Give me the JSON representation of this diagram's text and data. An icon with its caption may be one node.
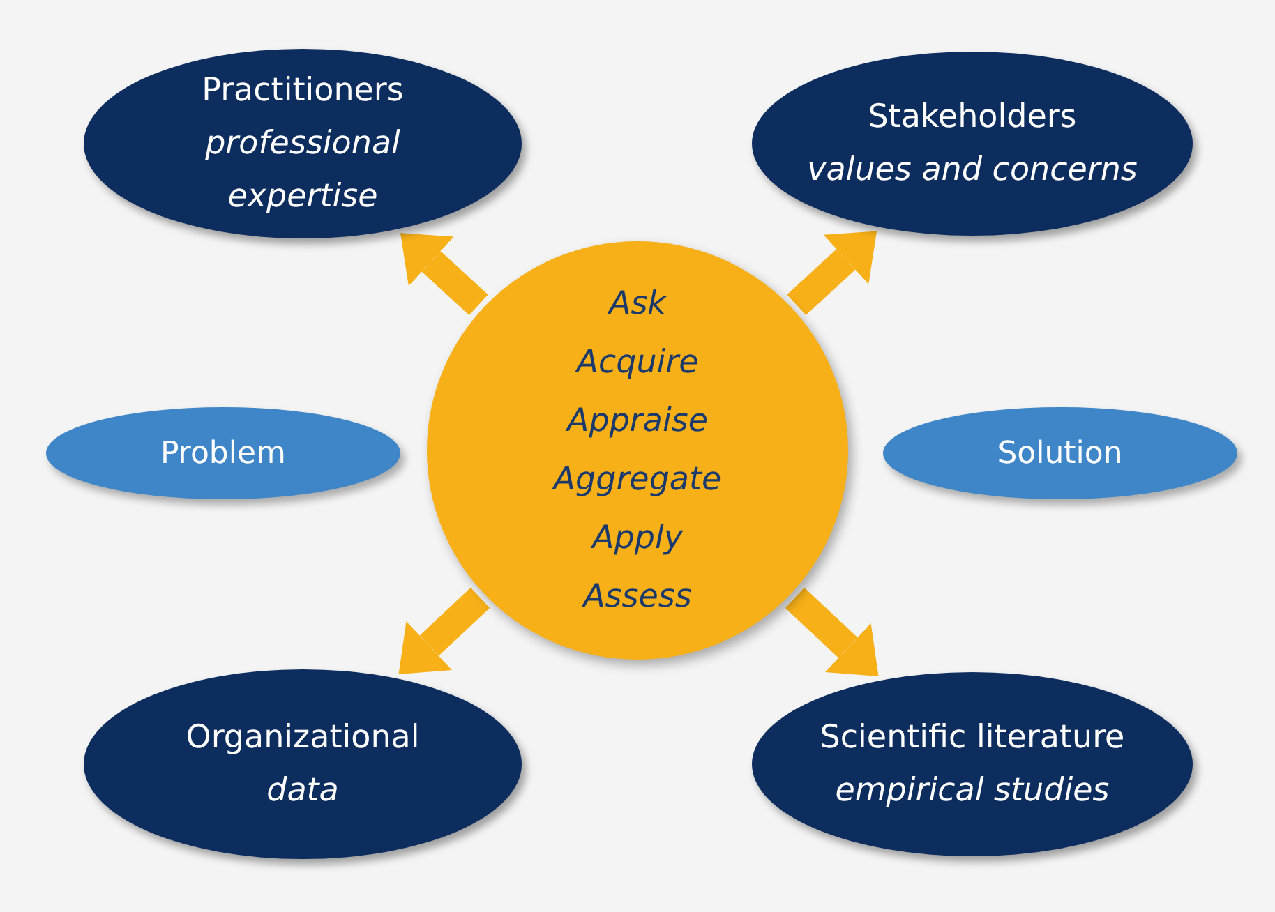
{
  "diagram": {
    "nodes": [
      {
        "text": [
          "Practitioners",
          "professional expertise"
        ]
      },
      {
        "text": [
          "Stakeholders",
          "values and concerns"
        ]
      },
      {
        "text": [
          "Problem"
        ]
      },
      {
        "text": [
          "Ask",
          "Acquire",
          "Appraise",
          "Aggregate",
          "Apply",
          "Assess"
        ]
      },
      {
        "text": [
          "Solution"
        ]
      },
      {
        "text": [
          "Organizational",
          "data"
        ]
      },
      {
        "text": [
          "Scientific literature",
          "empirical studies"
        ]
      }
    ],
    "edges": [
      {
        "from": 3,
        "to": 0,
        "arrow": "to"
      },
      {
        "from": 3,
        "to": 1,
        "arrow": "to"
      },
      {
        "from": 3,
        "to": 5,
        "arrow": "to"
      },
      {
        "from": 3,
        "to": 6,
        "arrow": "to"
      }
    ]
  }
}
